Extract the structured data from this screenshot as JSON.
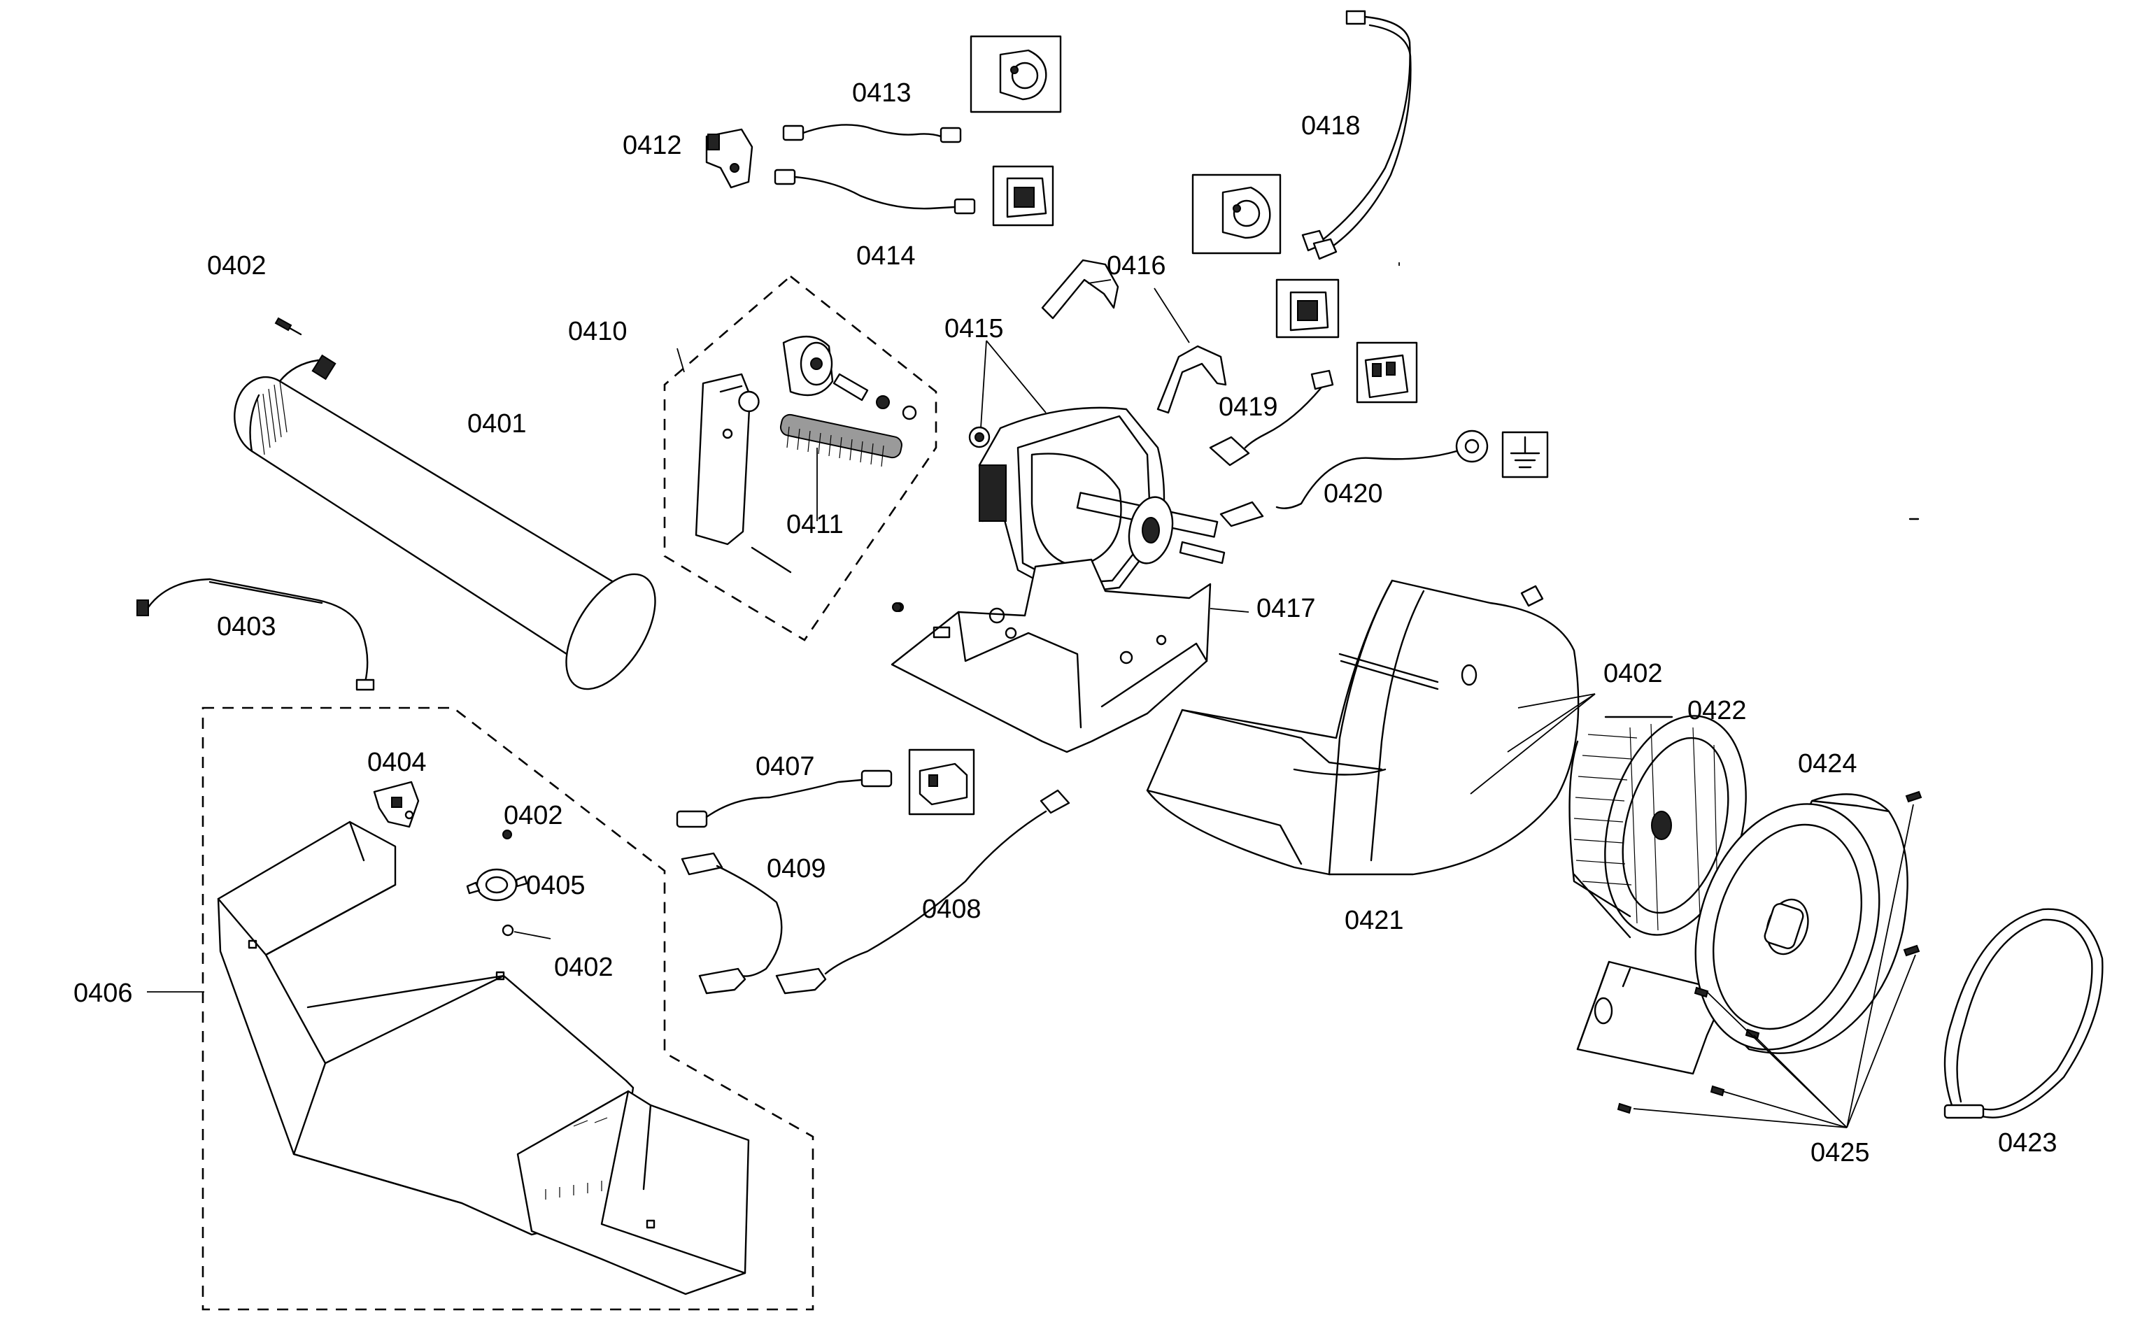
{
  "labels": {
    "p0401": "0401",
    "p0402_a": "0402",
    "p0402_b": "0402",
    "p0402_c": "0402",
    "p0402_d": "0402",
    "p0403": "0403",
    "p0404": "0404",
    "p0405": "0405",
    "p0406": "0406",
    "p0407": "0407",
    "p0408": "0408",
    "p0409": "0409",
    "p0410": "0410",
    "p0411": "0411",
    "p0412": "0412",
    "p0413": "0413",
    "p0414": "0414",
    "p0415": "0415",
    "p0416": "0416",
    "p0417": "0417",
    "p0418": "0418",
    "p0419": "0419",
    "p0420": "0420",
    "p0421": "0421",
    "p0422": "0422",
    "p0423": "0423",
    "p0424": "0424",
    "p0425": "0425"
  },
  "icons": [
    "ground-symbol-icon",
    "connector-plug-icon",
    "terminal-block-icon",
    "thermostat-icon"
  ]
}
